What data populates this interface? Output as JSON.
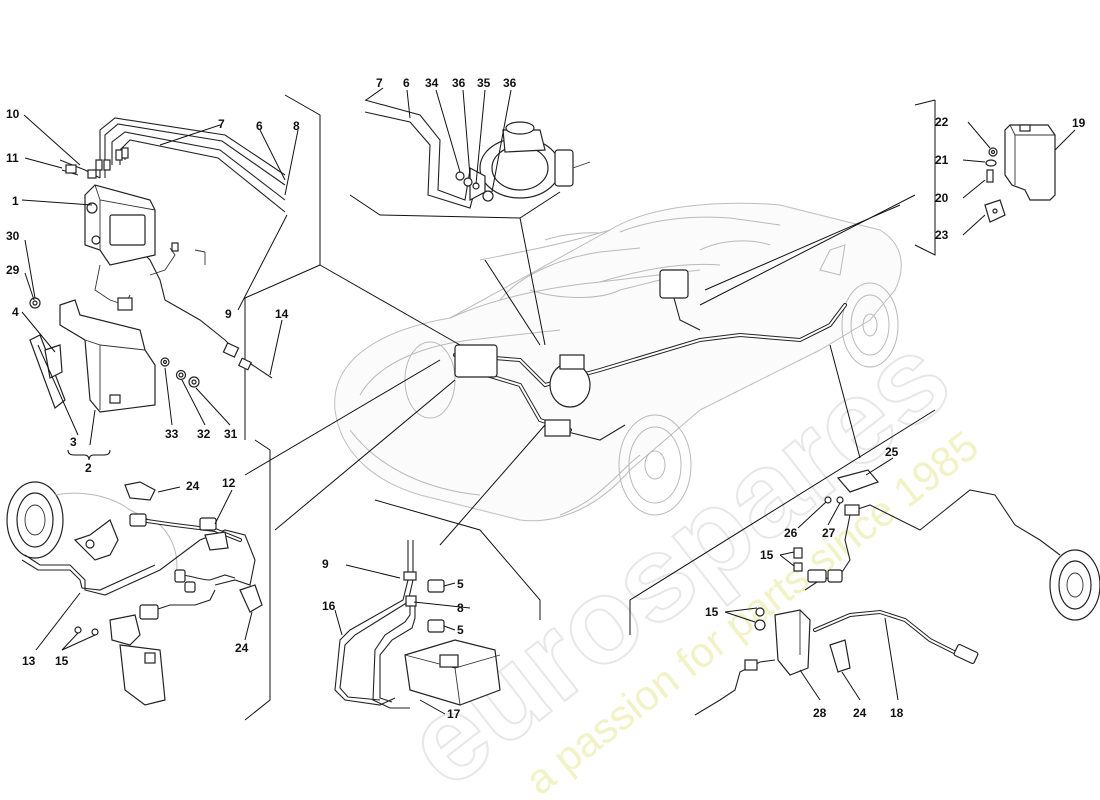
{
  "watermark": {
    "brand": "eurospares",
    "tagline": "a passion for parts since 1985"
  },
  "callouts": {
    "c1": "1",
    "c2": "2",
    "c3": "3",
    "c4": "4",
    "c5a": "5",
    "c5b": "5",
    "c6a": "6",
    "c6b": "6",
    "c7a": "7",
    "c7b": "7",
    "c8a": "8",
    "c8b": "8",
    "c9a": "9",
    "c9b": "9",
    "c10": "10",
    "c11": "11",
    "c12": "12",
    "c13": "13",
    "c14": "14",
    "c15a": "15",
    "c15b": "15",
    "c15c": "15",
    "c16": "16",
    "c17": "17",
    "c18": "18",
    "c19": "19",
    "c20": "20",
    "c21": "21",
    "c22": "22",
    "c23": "23",
    "c24a": "24",
    "c24b": "24",
    "c24c": "24",
    "c25": "25",
    "c26": "26",
    "c27": "27",
    "c28": "28",
    "c29": "29",
    "c30": "30",
    "c31": "31",
    "c32": "32",
    "c33": "33",
    "c34": "34",
    "c35": "35",
    "c36a": "36",
    "c36b": "36"
  }
}
